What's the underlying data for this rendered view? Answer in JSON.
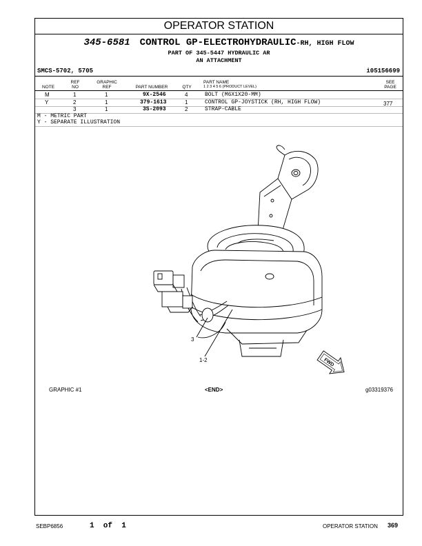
{
  "header": {
    "section_title": "OPERATOR STATION",
    "group_number": "345-6581",
    "group_name": "CONTROL GP-ELECTROHYDRAULIC",
    "group_suffix": "-RH, HIGH FLOW",
    "part_of": "PART OF 345-5447 HYDRAULIC AR",
    "part_of_2": "AN ATTACHMENT",
    "serial_info": "SMCS-5702, 5705",
    "illustration_id": "i05156699"
  },
  "columns": {
    "note": "NOTE",
    "ref_no": [
      "REF",
      "NO"
    ],
    "graphic_ref": [
      "GRAPHIC",
      "REF"
    ],
    "part_number": "PART NUMBER",
    "qty": "QTY",
    "part_name": "PART NAME",
    "product_level": "1  2  3  4  5  6  (PRODUCT LEVEL)",
    "see_page": [
      "SEE",
      "PAGE"
    ]
  },
  "parts": [
    {
      "note": "M",
      "ref": "1",
      "graphic": "1",
      "part_number": "9X-2546",
      "qty": "4",
      "name": "BOLT (M6X1X20-MM)",
      "see_page": ""
    },
    {
      "note": "Y",
      "ref": "2",
      "graphic": "1",
      "part_number": "379-1613",
      "qty": "1",
      "name": "CONTROL GP-JOYSTICK (RH, HIGH FLOW)",
      "see_page": "377"
    },
    {
      "note": "",
      "ref": "3",
      "graphic": "1",
      "part_number": "3S-2093",
      "qty": "2",
      "name": "STRAP-CABLE",
      "see_page": ""
    }
  ],
  "legend": [
    "M - METRIC PART",
    "Y - SEPARATE ILLUSTRATION"
  ],
  "illustration": {
    "callouts": [
      "3",
      "1-2"
    ],
    "direction_label": "FWD"
  },
  "graphic_footer": {
    "left": "GRAPHIC #1",
    "center": "<END>",
    "right": "g03319376"
  },
  "page_footer": {
    "doc_id": "SEBP6856",
    "page_of": "1  of  1",
    "section": "OPERATOR STATION",
    "page_number": "369"
  }
}
